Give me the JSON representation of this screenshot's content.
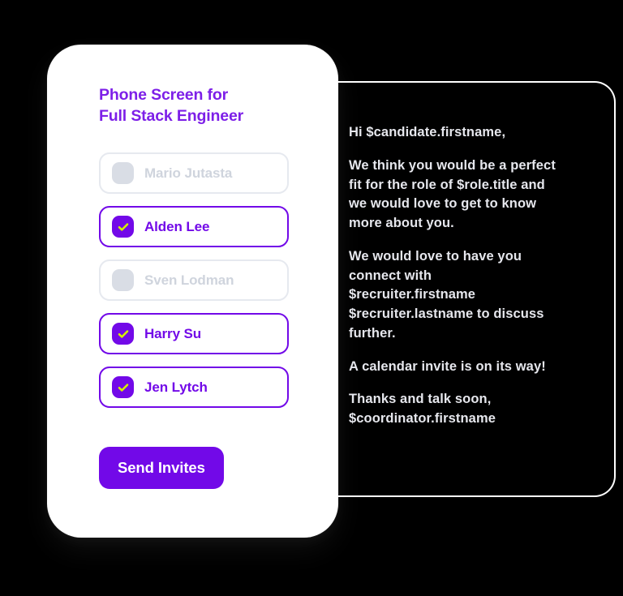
{
  "theme": {
    "background": "#000000",
    "card_background": "#ffffff",
    "accent_purple": "#7209e8",
    "title_purple": "#7d1fe8",
    "check_lime": "#d4f000",
    "muted_gray": "#cfd4dd",
    "panel_text": "#e6e7ed"
  },
  "card": {
    "title_line1": "Phone Screen for",
    "title_line2": "Full Stack Engineer",
    "candidates": [
      {
        "name": "Mario Jutasta",
        "selected": false,
        "checkbox_icon": "checkbox-empty-icon"
      },
      {
        "name": "Alden Lee",
        "selected": true,
        "checkbox_icon": "checkbox-checked-icon"
      },
      {
        "name": "Sven Lodman",
        "selected": false,
        "checkbox_icon": "checkbox-empty-icon"
      },
      {
        "name": "Harry Su",
        "selected": true,
        "checkbox_icon": "checkbox-checked-icon"
      },
      {
        "name": "Jen Lytch",
        "selected": true,
        "checkbox_icon": "checkbox-checked-icon"
      }
    ],
    "send_button_label": "Send Invites"
  },
  "message_panel": {
    "paragraphs": [
      {
        "lines": [
          "Hi $candidate.firstname,"
        ]
      },
      {
        "lines": [
          "We think you would be a perfect",
          "fit for the role of $role.title and",
          "we would love to get to know",
          "more about you."
        ]
      },
      {
        "lines": [
          "We would love to have you",
          "connect with",
          "$recruiter.firstname",
          "$recruiter.lastname to discuss",
          "further."
        ]
      },
      {
        "lines": [
          "A calendar invite is on its way!"
        ]
      },
      {
        "lines": [
          "Thanks and talk soon,",
          "$coordinator.firstname"
        ]
      }
    ]
  }
}
